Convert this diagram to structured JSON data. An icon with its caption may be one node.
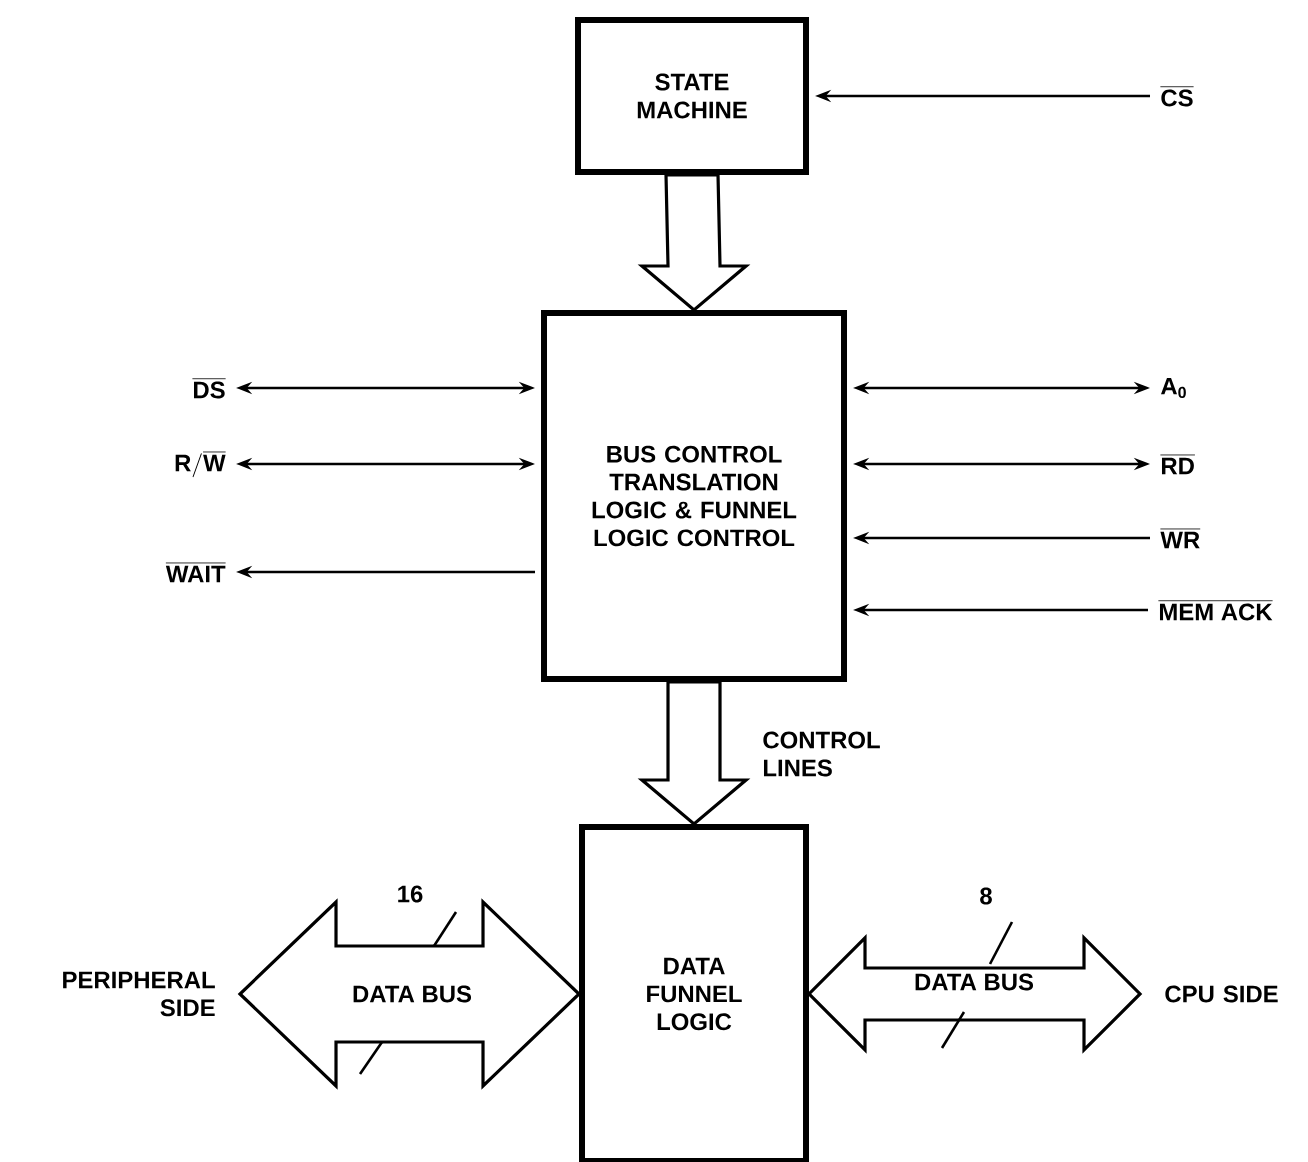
{
  "diagram": {
    "nodes": [
      {
        "text": [
          "STATE MACHINE"
        ]
      },
      {
        "text": [
          "BUS CONTROL TRANSLATION LOGIC & FUNNEL LOGIC CONTROL"
        ]
      },
      {
        "text": [
          "DATA FUNNEL LOGIC"
        ]
      },
      {
        "text": [
          "\\overline{\\textbf{CS}}"
        ]
      },
      {
        "text": [
          "\\overline{\\textbf{DS}}"
        ]
      },
      {
        "text": [
          "\\textbf{R}/\\overline{\\textbf{W}}"
        ]
      },
      {
        "text": [
          "\\overline{\\textbf{WAIT}}"
        ]
      },
      {
        "text": [
          "A$_{0}$"
        ]
      },
      {
        "text": [
          "\\overline{\\textbf{RD}}"
        ]
      },
      {
        "text": [
          "\\overline{\\textbf{WR}}"
        ]
      },
      {
        "text": [
          "\\overline{\\textbf{MEM ACK}}"
        ]
      },
      {
        "text": [
          "PERIPHERAL SIDE"
        ]
      },
      {
        "text": [
          "CPU SIDE"
        ]
      }
    ],
    "edges": [
      {
        "from": 3,
        "to": 0,
        "arrow": "to"
      },
      {
        "from": 0,
        "to": 1,
        "arrow": "to",
        "style": "thick"
      },
      {
        "from": 1,
        "to": 4,
        "arrow": "both"
      },
      {
        "from": 1,
        "to": 5,
        "arrow": "both"
      },
      {
        "from": 1,
        "to": 6,
        "arrow": "to"
      },
      {
        "from": 1,
        "to": 7,
        "arrow": "both"
      },
      {
        "from": 1,
        "to": 8,
        "arrow": "both"
      },
      {
        "from": 9,
        "to": 1,
        "arrow": "to"
      },
      {
        "from": 10,
        "to": 1,
        "arrow": "to"
      },
      {
        "from": 1,
        "to": 2,
        "arrow": "to",
        "style": "thick",
        "label": "CONTROL LINES"
      },
      {
        "from": 11,
        "to": 2,
        "arrow": "both",
        "style": "thick",
        "label": "DATA BUS"
      },
      {
        "from": 2,
        "to": 12,
        "arrow": "both",
        "style": "thick",
        "label": "DATA BUS"
      }
    ],
    "labels": [
      "16",
      "8"
    ]
  }
}
